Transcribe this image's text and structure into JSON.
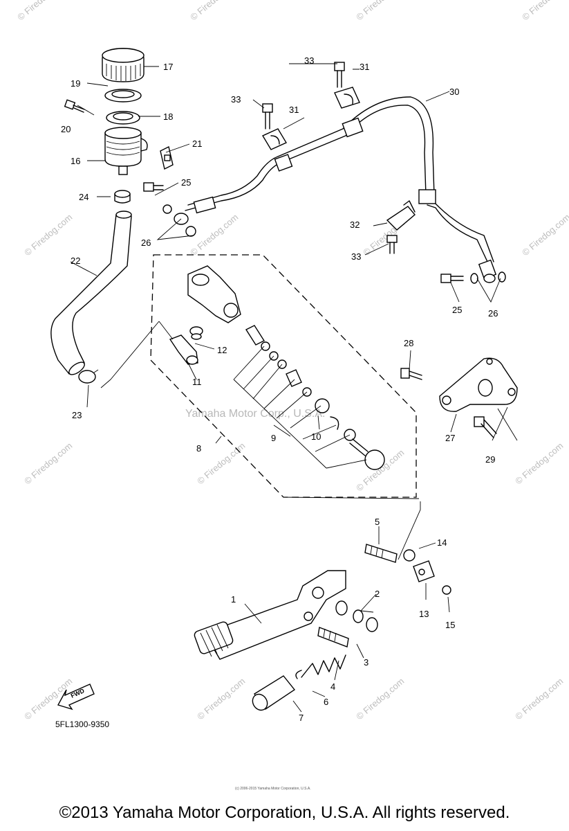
{
  "callouts": {
    "c1": "1",
    "c2": "2",
    "c3": "3",
    "c4": "4",
    "c5": "5",
    "c6": "6",
    "c7": "7",
    "c8": "8",
    "c9": "9",
    "c10": "10",
    "c11": "11",
    "c12": "12",
    "c13": "13",
    "c14": "14",
    "c15": "15",
    "c16": "16",
    "c17": "17",
    "c18": "18",
    "c19": "19",
    "c20": "20",
    "c21": "21",
    "c22": "22",
    "c23": "23",
    "c24": "24",
    "c25a": "25",
    "c25b": "25",
    "c26a": "26",
    "c26b": "26",
    "c27": "27",
    "c28": "28",
    "c29": "29",
    "c30": "30",
    "c31a": "31",
    "c31b": "31",
    "c32": "32",
    "c33a": "33",
    "c33b": "33",
    "c33c": "33"
  },
  "diagram_code": "5FL1300-9350",
  "fwd_label": "FWD",
  "watermark": "© Firedog.com",
  "center_watermark": "Yamaha Motor Corp., U.S.A.",
  "small_copyright": "(c) 2006-2015 Yamaha Motor Corporation, U.S.A.",
  "copyright": "©2013 Yamaha Motor Corporation, U.S.A. All rights reserved."
}
